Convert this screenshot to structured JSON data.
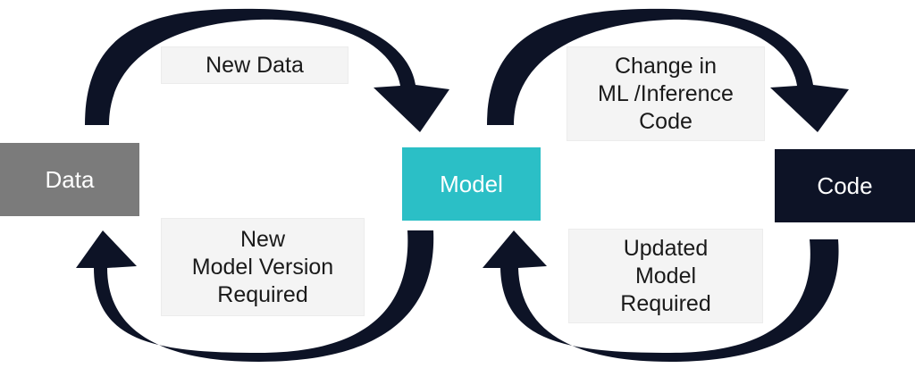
{
  "colors": {
    "arrow": "#0d1326",
    "data_node": "#7b7b7b",
    "model_node": "#2bbfc6",
    "code_node": "#0d1326",
    "label_background": "#f4f4f4"
  },
  "nodes": {
    "data": "Data",
    "model": "Model",
    "code": "Code"
  },
  "labels": {
    "new_data": "New Data",
    "change_code": "Change in\nML /Inference\nCode",
    "new_model_version": "New\nModel Version\nRequired",
    "updated_model": "Updated\nModel\nRequired"
  }
}
